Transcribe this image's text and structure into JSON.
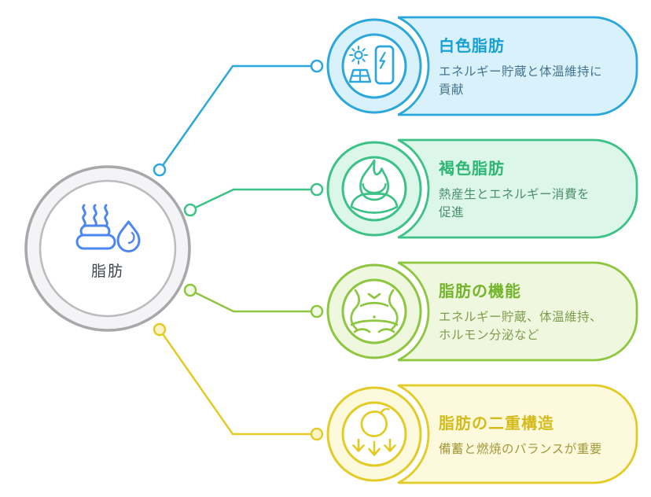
{
  "hub": {
    "label": "脂肪",
    "icon": "steam-fat-flame-icon",
    "colors": {
      "ring": "#A8A8AA",
      "ring_fill": "#F4F4F6",
      "icon": "#4C86F0",
      "label": "#3F454B"
    }
  },
  "items": [
    {
      "title": "白色脂肪",
      "description": "エネルギー貯蔵と体温維持に\n貢献",
      "icon": "sun-solar-battery-icon",
      "colors": {
        "stroke": "#2BA7DC",
        "fill": "#D9F1FB",
        "title": "#17A0D6",
        "description": "#45748F"
      }
    },
    {
      "title": "褐色脂肪",
      "description": "熱産生とエネルギー消費を\n促進",
      "icon": "flame-crescent-icon",
      "colors": {
        "stroke": "#3CC287",
        "fill": "#DCF7EA",
        "title": "#2CB873",
        "description": "#4C8F6B"
      }
    },
    {
      "title": "脂肪の機能",
      "description": "エネルギー貯蔵、体温維持、\nホルモン分泌など",
      "icon": "waist-body-icon",
      "colors": {
        "stroke": "#8DC63F",
        "fill": "#EFF8DE",
        "title": "#73B42B",
        "description": "#7E9C50"
      }
    },
    {
      "title": "脂肪の二重構造",
      "description": "備蓄と燃焼のバランスが重要",
      "icon": "fat-cell-arrows-icon",
      "colors": {
        "stroke": "#E3CB26",
        "fill": "#FDF9DC",
        "title": "#D4BB1C",
        "description": "#A3993B"
      }
    }
  ]
}
